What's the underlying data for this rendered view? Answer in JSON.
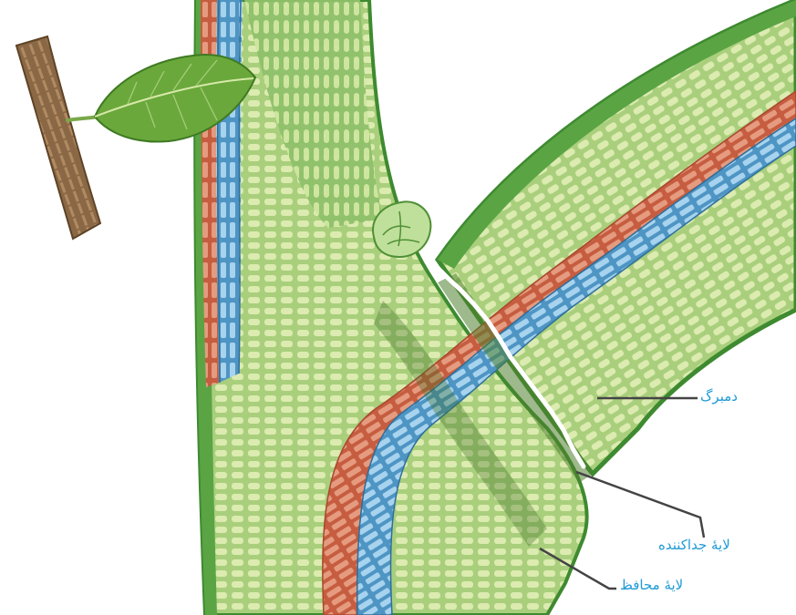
{
  "labels": {
    "petiole": "دمبرگ",
    "abscission_layer": "لایهٔ جداکننده",
    "protective_layer": "لایهٔ محافظ"
  },
  "colors": {
    "epidermis": "#4f9a3e",
    "cortex": "#a9cf7d",
    "cortex_cell": "#dcebb0",
    "phloem": "#d9775a",
    "xylem": "#7ab9de",
    "bark": "#8b6845",
    "leaf": "#6aa83c",
    "label": "#1f9ad6",
    "leader": "#444444"
  }
}
